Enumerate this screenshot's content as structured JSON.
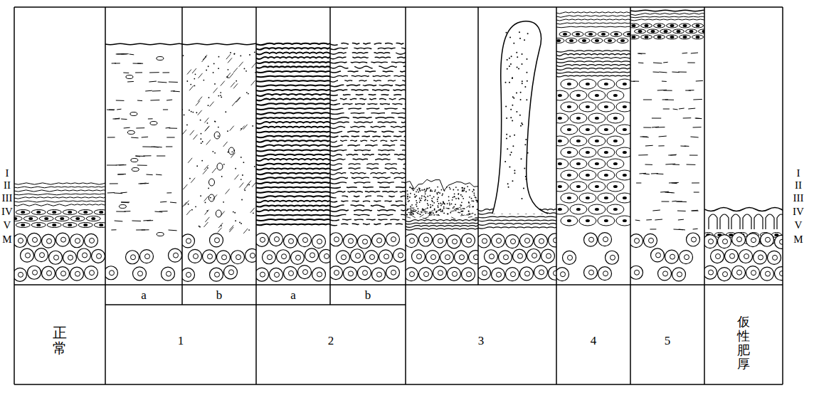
{
  "diagram": {
    "labels": [
      "I",
      "II",
      "III",
      "IV",
      "V",
      "M",
      "正常",
      "a",
      "b",
      "a",
      "b",
      "1",
      "2",
      "3",
      "4",
      "5",
      "仮性肥厚",
      "I",
      "II",
      "III",
      "IV",
      "V",
      "M"
    ]
  }
}
